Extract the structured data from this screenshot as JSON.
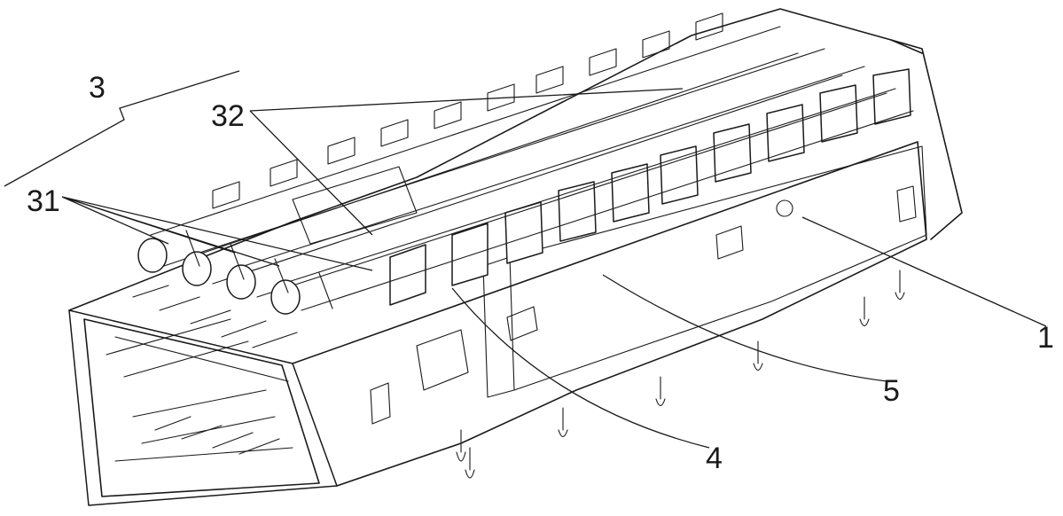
{
  "figure": {
    "callouts": [
      {
        "id": "c3",
        "text": "3"
      },
      {
        "id": "c32",
        "text": "32"
      },
      {
        "id": "c31",
        "text": "31"
      },
      {
        "id": "c1",
        "text": "1"
      },
      {
        "id": "c5",
        "text": "5"
      },
      {
        "id": "c4",
        "text": "4"
      }
    ]
  }
}
